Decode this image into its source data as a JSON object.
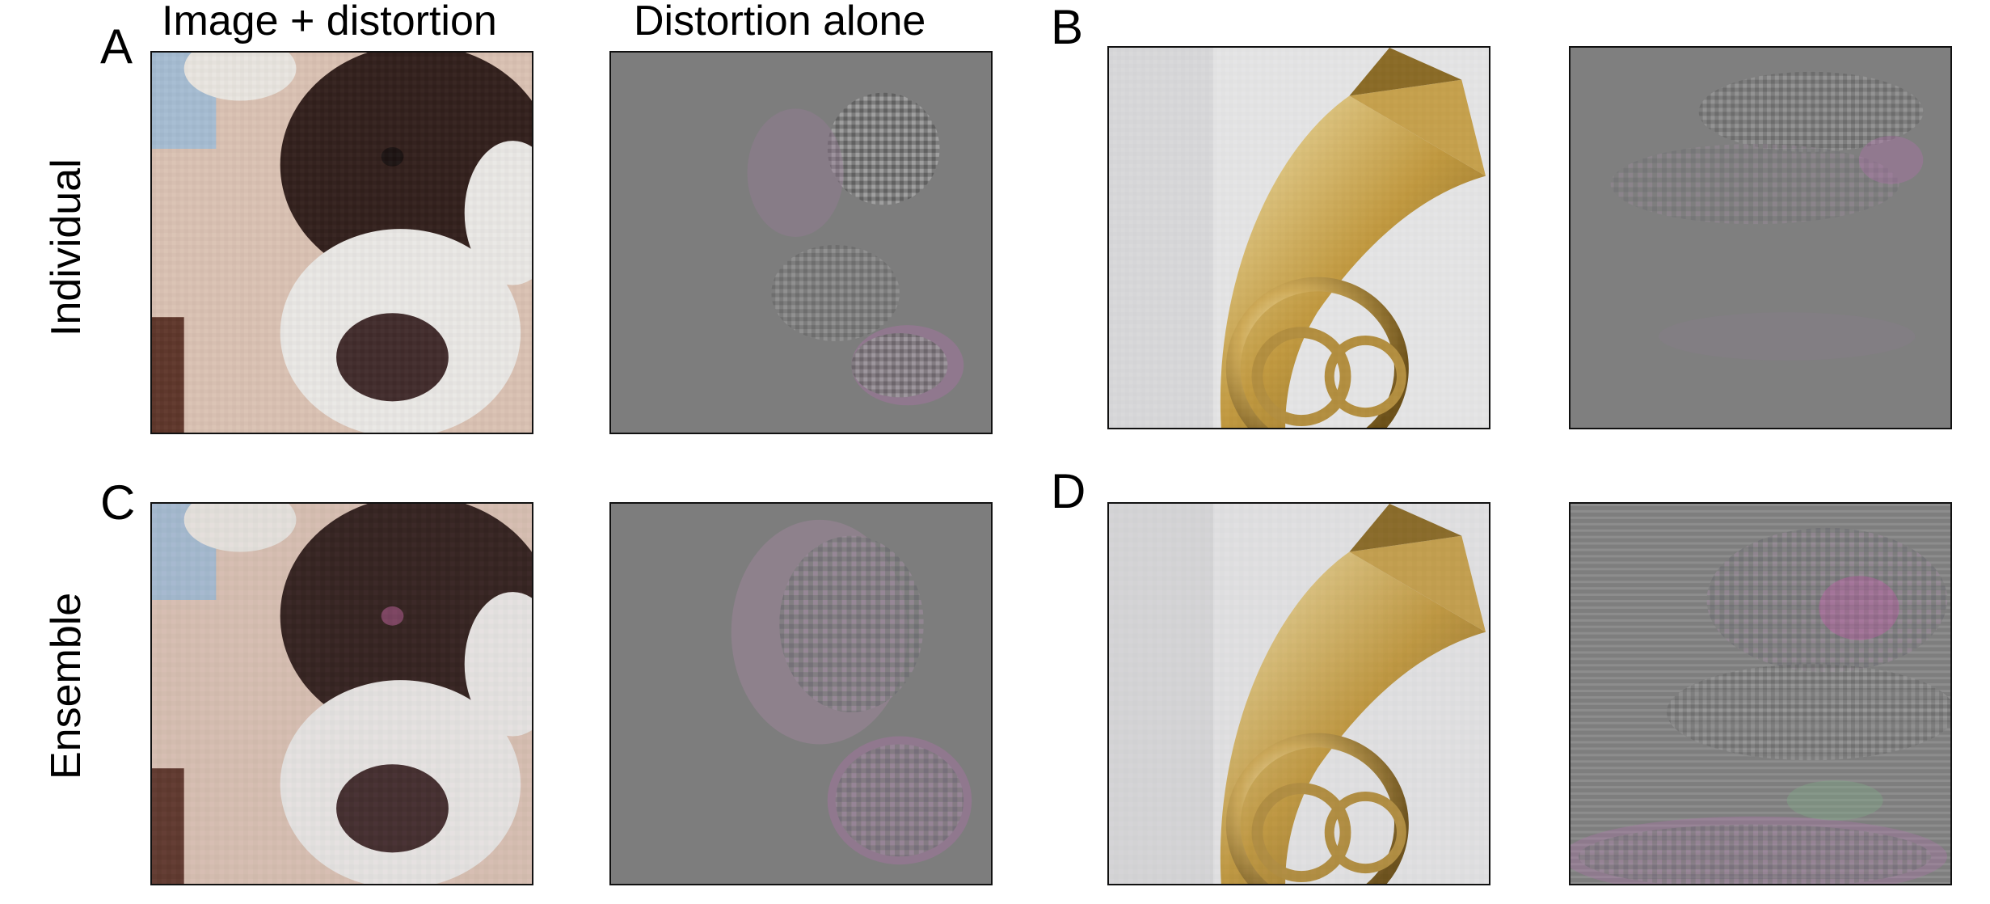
{
  "columns": {
    "image_plus_distortion": "Image + distortion",
    "distortion_alone": "Distortion alone"
  },
  "rows": {
    "individual": "Individual",
    "ensemble": "Ensemble"
  },
  "panels": {
    "a": "A",
    "b": "B",
    "c": "C",
    "d": "D"
  },
  "colors": {
    "noise_gray": "#7d7d7d",
    "noise_magenta": "#b46fb0",
    "noise_green": "#7fae86",
    "dog_dark": "#2a1612",
    "dog_white": "#f4f2ef",
    "skin": "#e3c8b8",
    "brass": "#c9a24a",
    "backdrop": "#e9e9ea"
  }
}
